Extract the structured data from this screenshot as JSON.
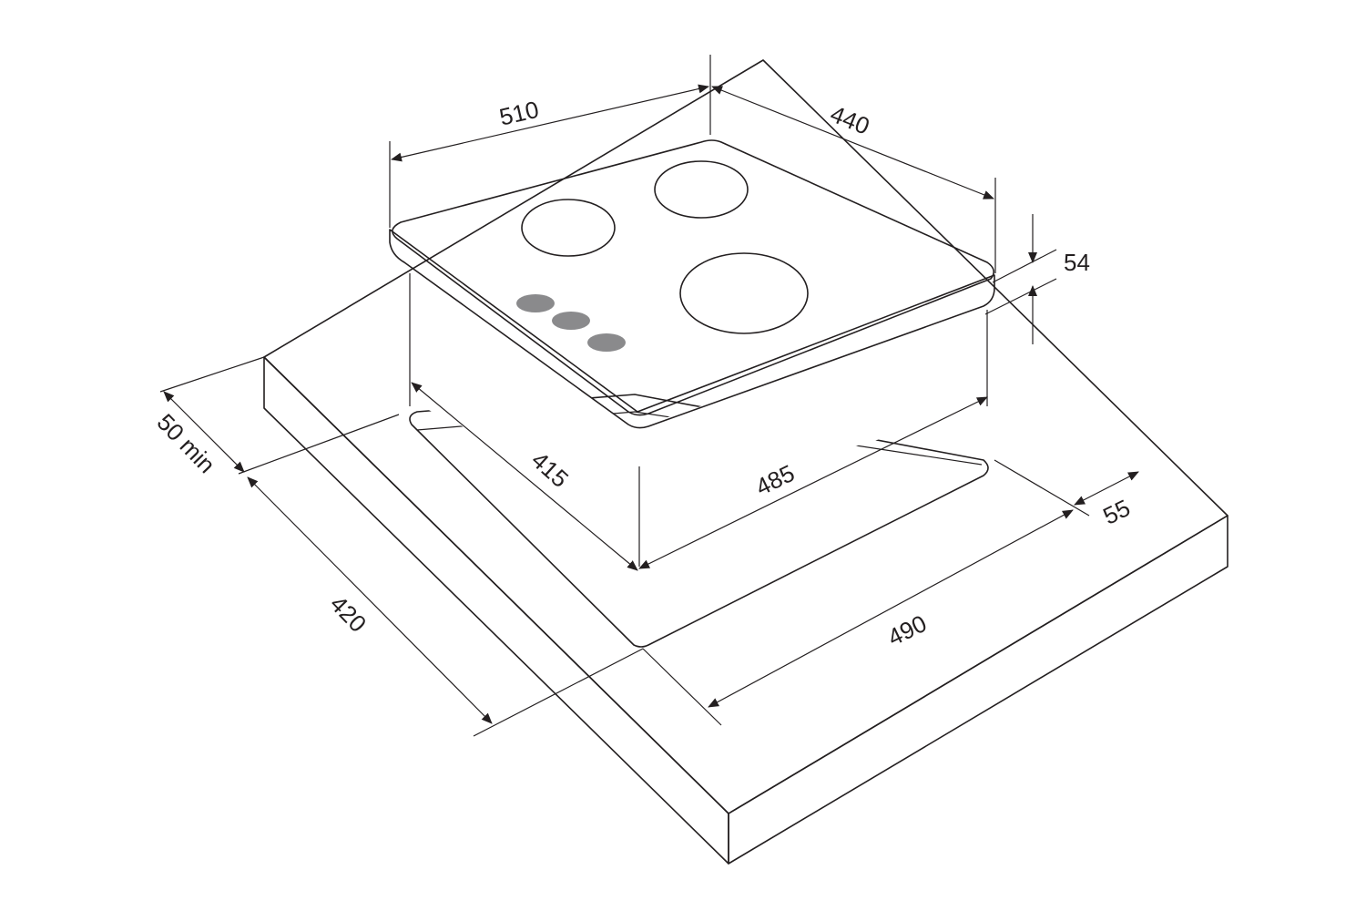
{
  "colors": {
    "line": "#231f20",
    "counter_top": "#e8e8e9",
    "counter_side": "#d0d0d1",
    "counter_front": "#c6c6c8",
    "glass_top": "#e6e6e7",
    "glass_edge": "#d8d8d9",
    "knob": "#8a8a8c",
    "background": "#ffffff"
  },
  "dimensions": {
    "width": "510",
    "depth": "440",
    "height": "54",
    "cutout_depth": "415",
    "cutout_width": "485",
    "counter_width": "490",
    "counter_depth": "420",
    "margin_back": "50 min",
    "margin_side": "55"
  }
}
